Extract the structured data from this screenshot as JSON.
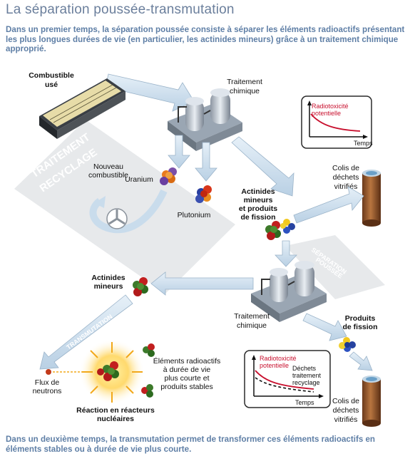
{
  "title": "La séparation poussée-transmutation",
  "intro": "Dans un premier temps, la séparation poussée consiste à séparer les éléments radioactifs présentant les plus longues durées de vie (en particulier, les actinides mineurs) grâce à un traitement chimique approprié.",
  "outro": "Dans un deuxième temps, la transmutation permet de transformer ces éléments radioactifs en éléments stables ou à durée de vie plus courte.",
  "labels": {
    "combustible_1": "Combustible",
    "combustible_2": "usé",
    "traitement1_1": "Traitement",
    "traitement1_2": "chimique",
    "nouveau_1": "Nouveau",
    "nouveau_2": "combustible",
    "uranium": "Uranium",
    "plutonium": "Plutonium",
    "actinides_pf_1": "Actinides",
    "actinides_pf_2": "mineurs",
    "actinides_pf_3": "et produits",
    "actinides_pf_4": "de fission",
    "colis1_1": "Colis de",
    "colis1_2": "déchets",
    "colis1_3": "vitrifiés",
    "actinides2_1": "Actinides",
    "actinides2_2": "mineurs",
    "traitement2_1": "Traitement",
    "traitement2_2": "chimique",
    "pf_1": "Produits",
    "pf_2": "de fission",
    "flux_1": "Flux de",
    "flux_2": "neutrons",
    "elements_1": "Éléments radioactifs",
    "elements_2": "à durée de vie",
    "elements_3": "plus courte et",
    "elements_4": "produits stables",
    "reaction_1": "Réaction en réacteurs",
    "reaction_2": "nucléaires",
    "colis2_1": "Colis de",
    "colis2_2": "déchets",
    "colis2_3": "vitrifiés"
  },
  "bands": {
    "traitement": "TRAITEMENT",
    "recyclage": "RECYCLAGE",
    "separation": "SÉPARATION",
    "poussee": "POUSSÉE",
    "transmutation": "TRANSMUTATION"
  },
  "graph1": {
    "title_1": "Radiotoxicité",
    "title_2": "potentielle",
    "xlabel": "Temps"
  },
  "graph2": {
    "title_1": "Radiotoxicité",
    "title_2": "potentielle",
    "curve_1": "Déchets",
    "curve_2": "traitement",
    "curve_3": "recyclage",
    "xlabel": "Temps"
  },
  "colors": {
    "title": "#6b7f9c",
    "text": "#5f7fa6",
    "arrow": "#c9dcec",
    "red_curve": "#c8102e"
  }
}
